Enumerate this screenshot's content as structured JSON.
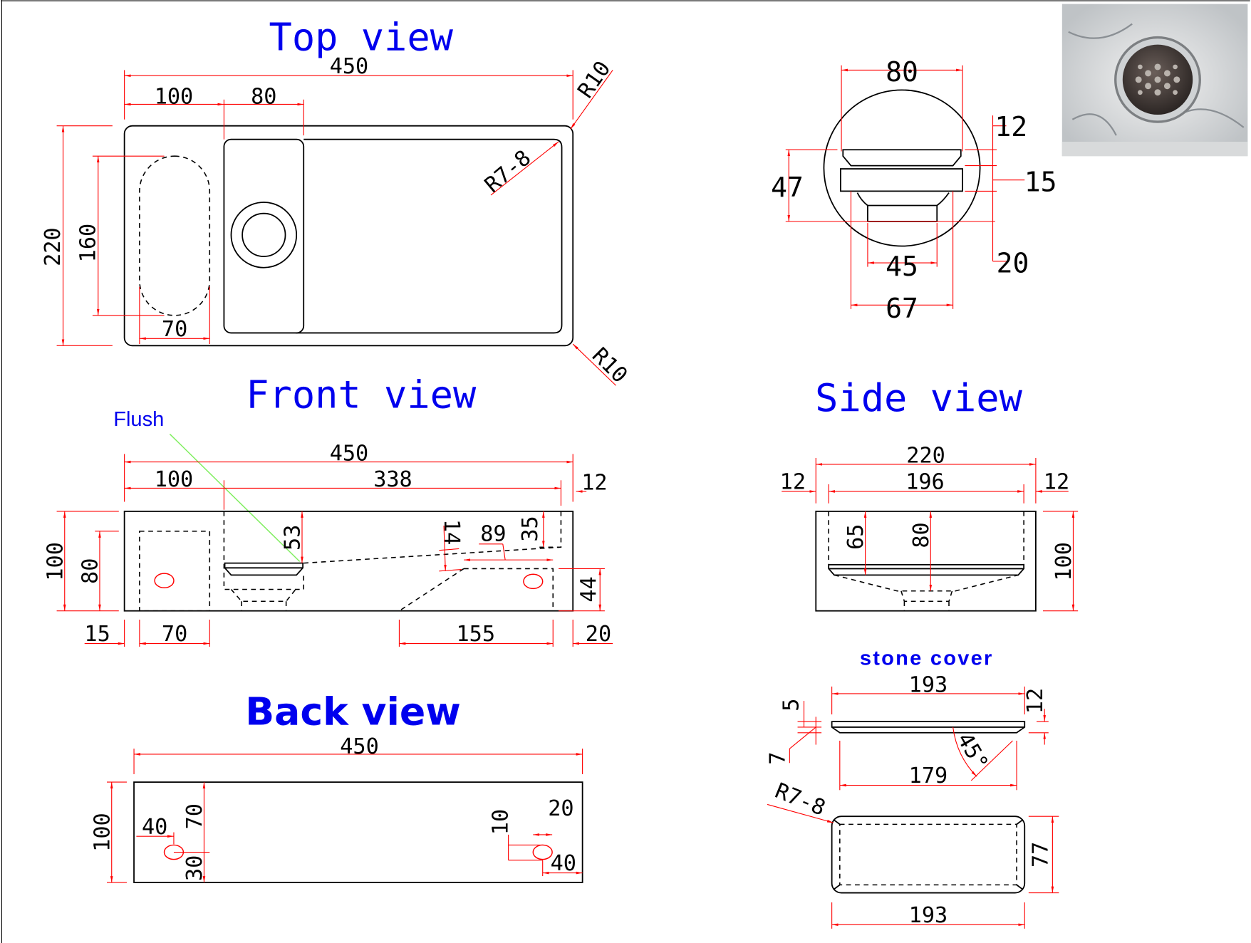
{
  "titles": {
    "top": "Top view",
    "front": "Front view",
    "side": "Side view",
    "back": "Back view",
    "stone_cover": "stone cover",
    "flush": "Flush"
  },
  "top_view": {
    "width": "450",
    "left": "100",
    "basin": "80",
    "radius_top": "R10",
    "radius_bottom": "R10",
    "radius_inner": "R7-8",
    "depth": "220",
    "oval_len": "160",
    "oval_w": "70"
  },
  "drain_detail": {
    "top": "80",
    "lip": "12",
    "body": "15",
    "stem": "20",
    "height": "47",
    "inner": "45",
    "outer": "67"
  },
  "front_view": {
    "width": "450",
    "left": "100",
    "right": "338",
    "edge": "12",
    "height": "100",
    "hole_h": "80",
    "drop": "53",
    "slope": "14",
    "shelf": "89",
    "corner": "35",
    "side": "44",
    "left_margin": "15",
    "hole_w": "70",
    "base": "155",
    "right_margin": "20"
  },
  "side_view": {
    "width": "220",
    "inner": "196",
    "left": "12",
    "right": "12",
    "depth_a": "65",
    "depth_b": "80",
    "height": "100"
  },
  "back_view": {
    "width": "450",
    "height": "100",
    "hole_x": "40",
    "hole_top": "70",
    "hole_bottom": "30",
    "r_hole_top": "10",
    "r_hole_d": "20",
    "r_hole_x": "40"
  },
  "stone_cover": {
    "top_len": "193",
    "thick_a": "5",
    "thick_b": "7",
    "thick": "12",
    "angle": "45°",
    "bottom_len": "179",
    "radius": "R7-8",
    "width": "77",
    "plan_len": "193"
  }
}
